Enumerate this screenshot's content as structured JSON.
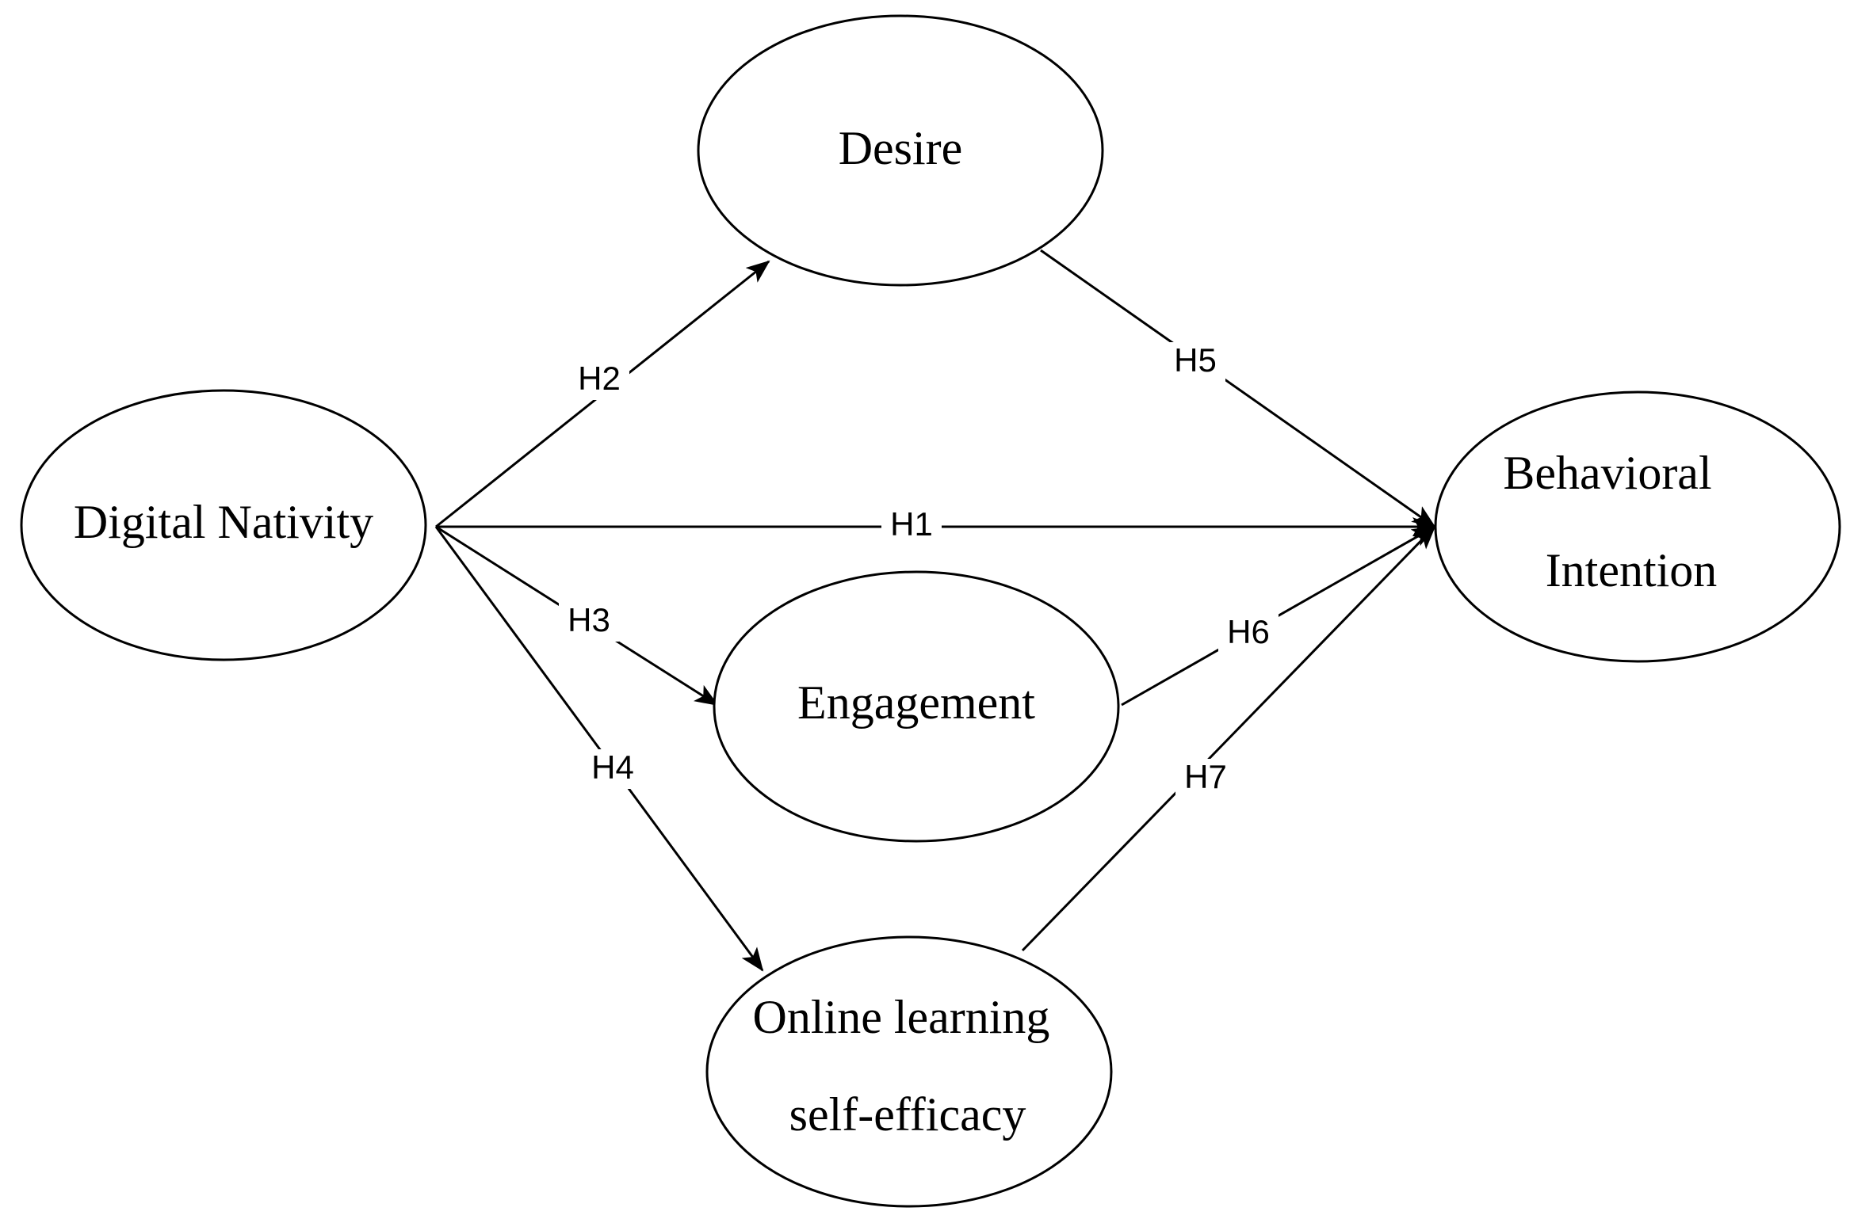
{
  "diagram": {
    "nodes": [
      {
        "id": "digital-nativity",
        "lines": [
          "Digital Nativity"
        ]
      },
      {
        "id": "desire",
        "lines": [
          "Desire"
        ]
      },
      {
        "id": "engagement",
        "lines": [
          "Engagement"
        ]
      },
      {
        "id": "online-learning-self-efficacy",
        "lines": [
          "Online learning",
          "self-efficacy"
        ]
      },
      {
        "id": "behavioral-intention",
        "lines": [
          "Behavioral",
          "Intention"
        ]
      }
    ],
    "edges": [
      {
        "id": "h1",
        "from": "digital-nativity",
        "to": "behavioral-intention",
        "label": "H1"
      },
      {
        "id": "h2",
        "from": "digital-nativity",
        "to": "desire",
        "label": "H2"
      },
      {
        "id": "h3",
        "from": "digital-nativity",
        "to": "engagement",
        "label": "H3"
      },
      {
        "id": "h4",
        "from": "digital-nativity",
        "to": "online-learning-self-efficacy",
        "label": "H4"
      },
      {
        "id": "h5",
        "from": "desire",
        "to": "behavioral-intention",
        "label": "H5"
      },
      {
        "id": "h6",
        "from": "engagement",
        "to": "behavioral-intention",
        "label": "H6"
      },
      {
        "id": "h7",
        "from": "online-learning-self-efficacy",
        "to": "behavioral-intention",
        "label": "H7"
      }
    ],
    "colors": {
      "stroke": "#000000",
      "background": "#ffffff"
    }
  }
}
